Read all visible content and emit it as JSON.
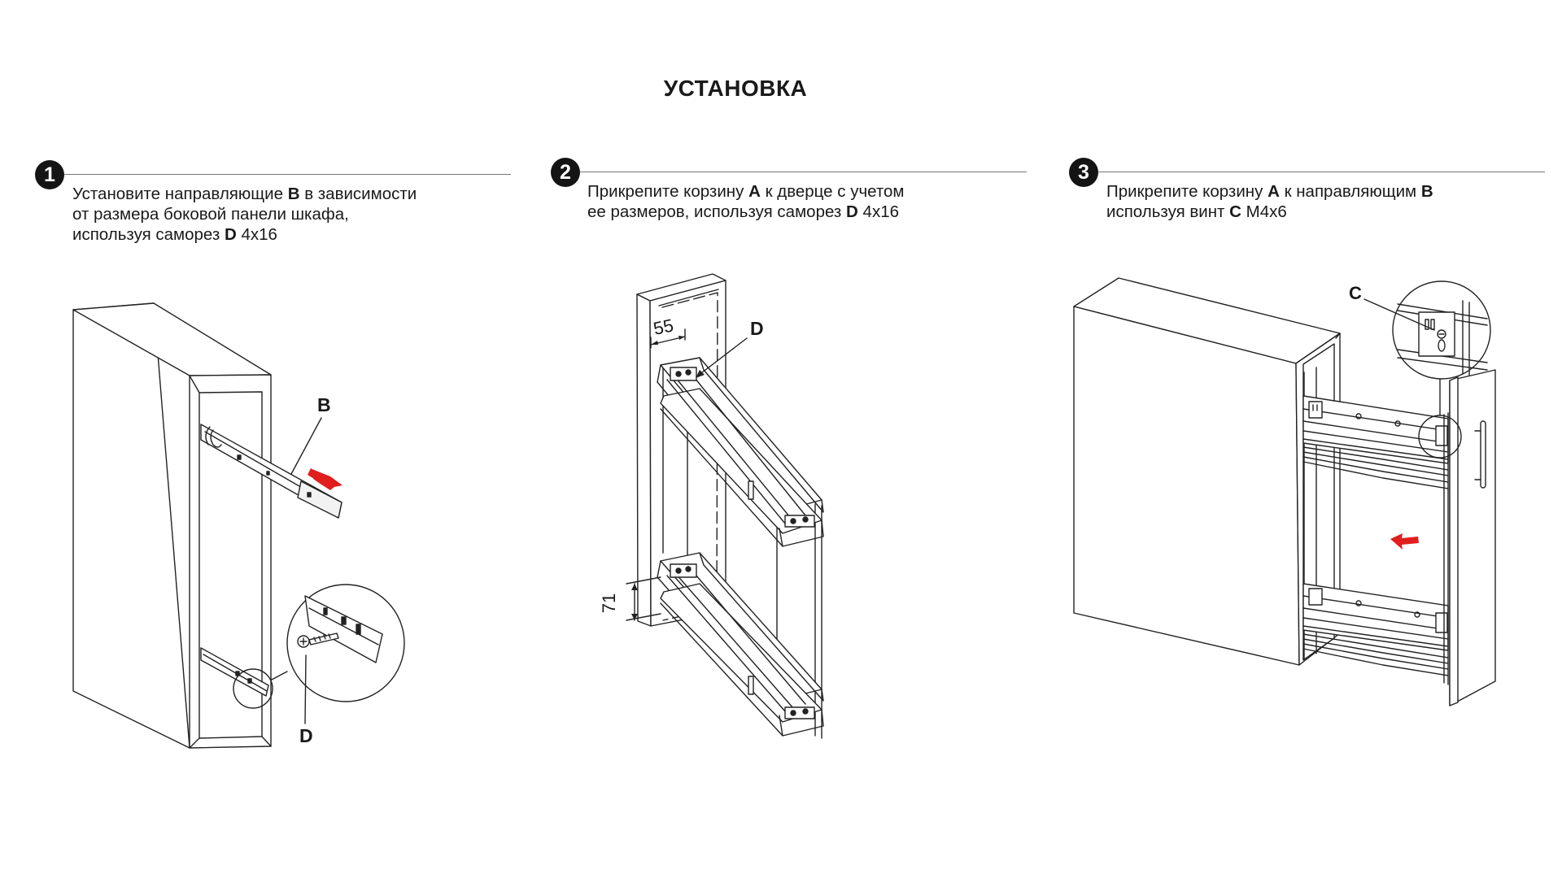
{
  "title": "УСТАНОВКА",
  "steps": [
    {
      "number": "1",
      "text": [
        {
          "t": "Установите направляющие "
        },
        {
          "t": "B",
          "b": true
        },
        {
          "t": " в зависимости\nот размера боковой панели шкафа,\nиспользуя саморез "
        },
        {
          "t": "D",
          "b": true
        },
        {
          "t": " 4x16"
        }
      ]
    },
    {
      "number": "2",
      "text": [
        {
          "t": "Прикрепите корзину "
        },
        {
          "t": "A",
          "b": true
        },
        {
          "t": " к дверце с учетом\nее размеров, используя саморез "
        },
        {
          "t": "D",
          "b": true
        },
        {
          "t": " 4x16"
        }
      ]
    },
    {
      "number": "3",
      "text": [
        {
          "t": "Прикрепите корзину "
        },
        {
          "t": "A",
          "b": true
        },
        {
          "t": " к направляющим "
        },
        {
          "t": "B",
          "b": true
        },
        {
          "t": "\nиспользуя винт "
        },
        {
          "t": "C",
          "b": true
        },
        {
          "t": " M4x6"
        }
      ]
    }
  ],
  "labels": {
    "fig1_rail": "B",
    "fig1_screw": "D",
    "fig2_screw": "D",
    "fig2_dim_top": "55",
    "fig2_dim_side": "71",
    "fig3_screw": "C"
  },
  "colors": {
    "arrow": "#e01e1e",
    "line": "#222222",
    "badge": "#141414"
  }
}
